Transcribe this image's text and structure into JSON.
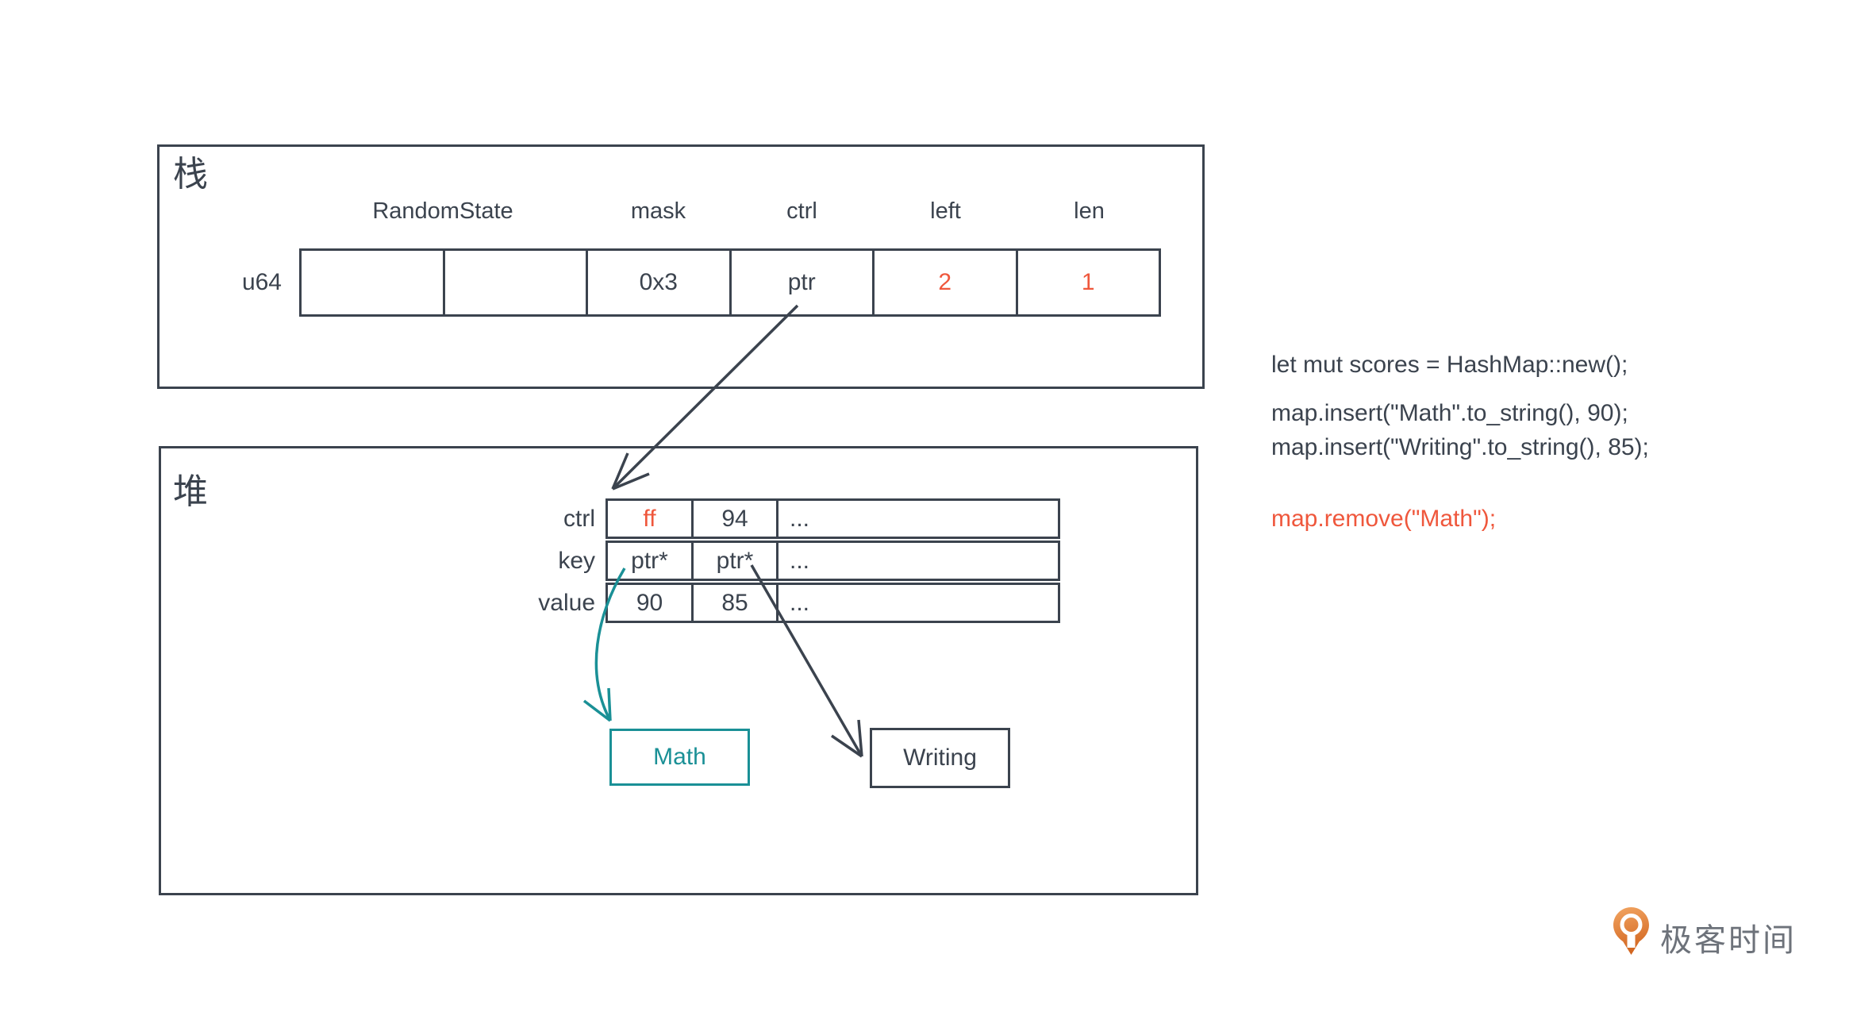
{
  "colors": {
    "ink": "#3b434e",
    "accent_red": "#ef573c",
    "accent_teal": "#1a9096",
    "logo_text_gray": "#6d727a",
    "logo_orange": "#e8853f"
  },
  "stack": {
    "section_label": "栈",
    "type_label": "u64",
    "field_headers": [
      "RandomState",
      "mask",
      "ctrl",
      "left",
      "len"
    ],
    "cells": [
      "",
      "",
      "0x3",
      "ptr",
      "2",
      "1"
    ]
  },
  "heap": {
    "section_label": "堆",
    "rows": [
      {
        "label": "ctrl",
        "cells": [
          "ff",
          "94",
          "..."
        ]
      },
      {
        "label": "key",
        "cells": [
          "ptr*",
          "ptr*",
          "..."
        ]
      },
      {
        "label": "value",
        "cells": [
          "90",
          "85",
          "..."
        ]
      }
    ],
    "string_boxes": [
      "Math",
      "Writing"
    ]
  },
  "code": {
    "line1": "let mut scores = HashMap::new();",
    "line2": "map.insert(\"Math\".to_string(), 90);",
    "line3": "map.insert(\"Writing\".to_string(), 85);",
    "line4": "map.remove(\"Math\");"
  },
  "logo": {
    "brand_text": "极客时间"
  }
}
